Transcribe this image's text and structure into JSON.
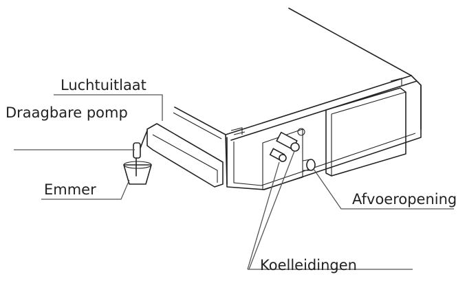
{
  "labels": {
    "air_outlet": "Luchtuitlaat",
    "portable_pump": "Draagbare pomp",
    "bucket": "Emmer",
    "drain_opening": "Afvoeropening",
    "refrigerant_pipes": "Koelleidingen"
  },
  "colors": {
    "line": "#222222",
    "leader": "#555555",
    "background": "#ffffff"
  }
}
